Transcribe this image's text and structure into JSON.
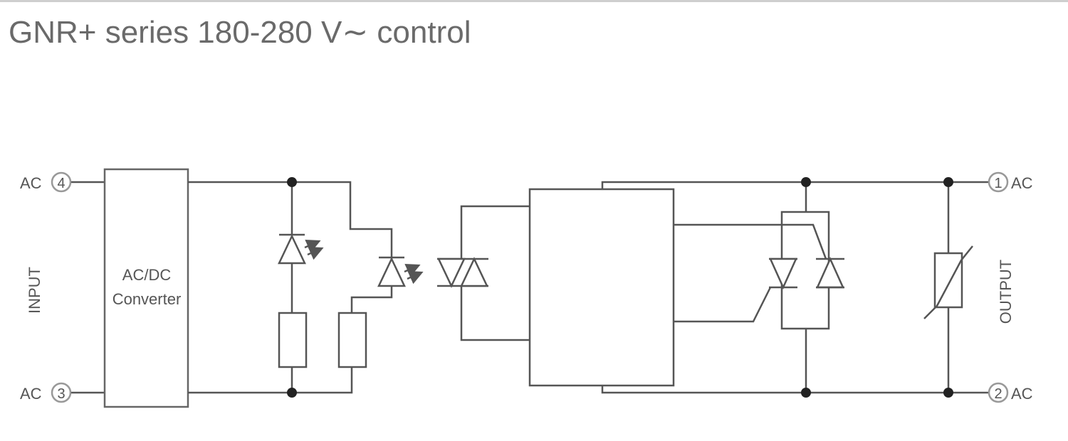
{
  "title": "GNR+ series 180-280 V∼ control",
  "labels": {
    "input_label": "INPUT",
    "output_label": "OUTPUT",
    "converter_line1": "AC/DC",
    "converter_line2": "Converter"
  },
  "terminals": [
    {
      "number": "4",
      "label": "AC"
    },
    {
      "number": "3",
      "label": "AC"
    },
    {
      "number": "1",
      "label": "AC"
    },
    {
      "number": "2",
      "label": "AC"
    }
  ]
}
